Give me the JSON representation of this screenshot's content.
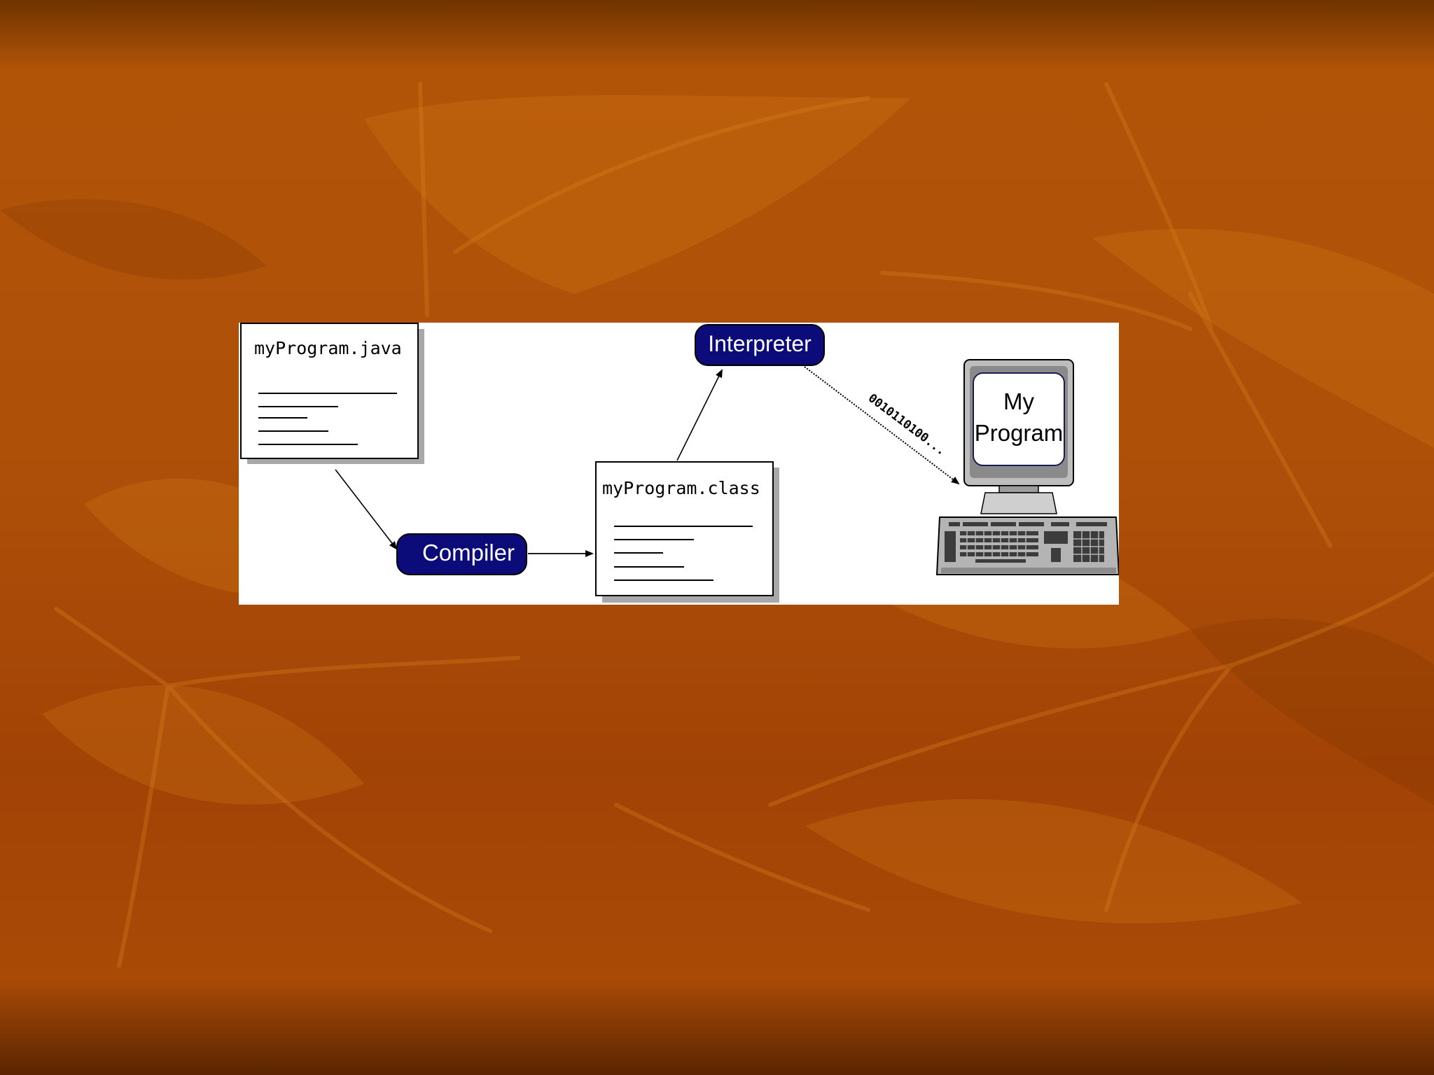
{
  "diagram": {
    "source_file": {
      "name": "myProgram.java"
    },
    "compiler": {
      "label": "Compiler"
    },
    "class_file": {
      "name": "myProgram.class"
    },
    "interpreter": {
      "label": "Interpreter"
    },
    "bytecode_stream": {
      "text": "0010110100..."
    },
    "computer": {
      "screen_line1": "My",
      "screen_line2": "Program"
    }
  },
  "colors": {
    "node_fill": "#0b0b7a",
    "node_text": "#ffffff",
    "background_orange": "#b25408",
    "diagram_bg": "#ffffff"
  }
}
